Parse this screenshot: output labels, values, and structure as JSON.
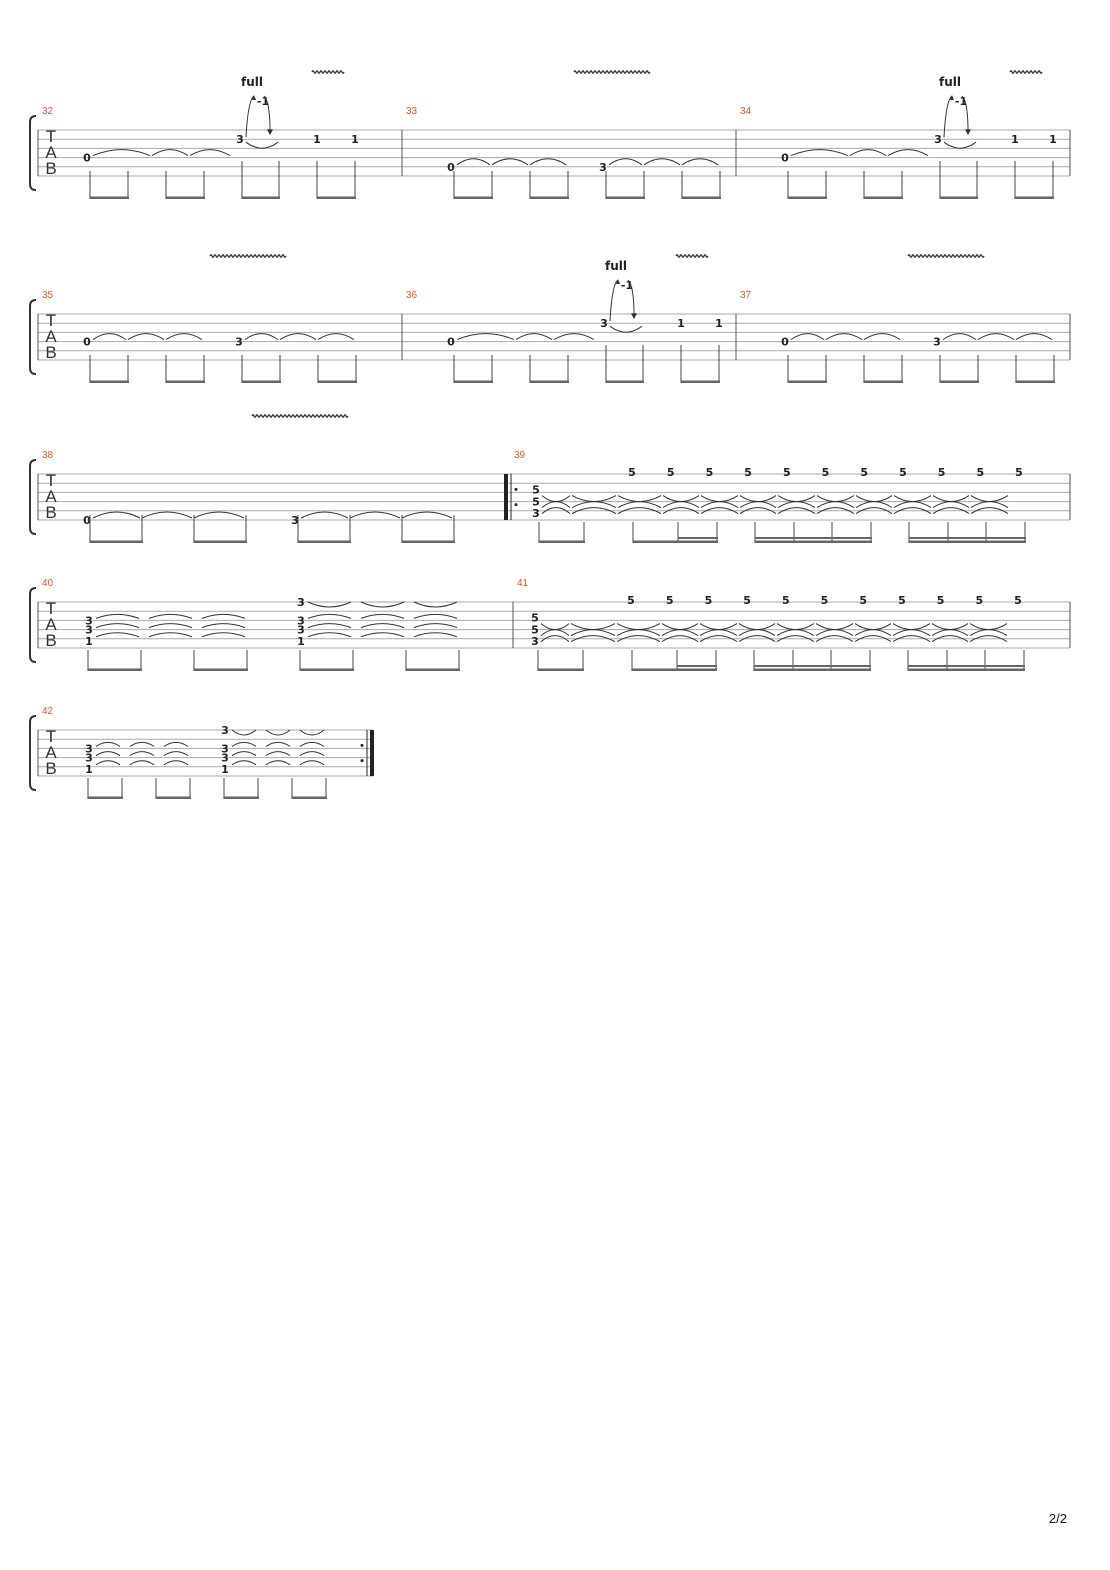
{
  "page": {
    "number_label": "2/2"
  },
  "clef": {
    "letters": [
      "T",
      "A",
      "B"
    ]
  },
  "labels": {
    "bend_full": "full",
    "bend_release": "-1"
  },
  "colors": {
    "measure_number": "#e8541a",
    "staff_line": "#aaaaaa",
    "ink": "#222222"
  },
  "systems": [
    {
      "measures": [
        {
          "number": "32",
          "notes": [
            {
              "fret": "0",
              "string": 3
            },
            {
              "fret": "3",
              "string": 1,
              "bend": true,
              "vibrato": true
            },
            {
              "fret": "1",
              "string": 1
            },
            {
              "fret": "1",
              "string": 1
            }
          ]
        },
        {
          "number": "33",
          "notes": [
            {
              "fret": "0",
              "string": 4,
              "vibrato": true
            },
            {
              "fret": "3",
              "string": 4
            }
          ]
        },
        {
          "number": "34",
          "notes": [
            {
              "fret": "0",
              "string": 3
            },
            {
              "fret": "3",
              "string": 1,
              "bend": true,
              "vibrato": true
            },
            {
              "fret": "1",
              "string": 1
            },
            {
              "fret": "1",
              "string": 1
            }
          ]
        }
      ]
    },
    {
      "measures": [
        {
          "number": "35",
          "notes": [
            {
              "fret": "0",
              "string": 3,
              "vibrato": true
            },
            {
              "fret": "3",
              "string": 3
            }
          ]
        },
        {
          "number": "36",
          "notes": [
            {
              "fret": "0",
              "string": 3
            },
            {
              "fret": "3",
              "string": 1,
              "bend": true,
              "vibrato": true
            },
            {
              "fret": "1",
              "string": 1
            },
            {
              "fret": "1",
              "string": 1
            }
          ]
        },
        {
          "number": "37",
          "notes": [
            {
              "fret": "0",
              "string": 3,
              "vibrato": true
            },
            {
              "fret": "3",
              "string": 3
            }
          ]
        }
      ]
    },
    {
      "measures": [
        {
          "number": "38",
          "notes": [
            {
              "fret": "0",
              "string": 5,
              "vibrato": true
            },
            {
              "fret": "3",
              "string": 5
            }
          ]
        },
        {
          "number": "39",
          "repeat_start": true,
          "chord": [
            "5",
            "5",
            "3"
          ],
          "top_note": "5",
          "top_count": 11
        }
      ]
    },
    {
      "measures": [
        {
          "number": "40",
          "chords": [
            [
              "3",
              "3",
              "1"
            ],
            [
              "3",
              "3",
              "3",
              "1"
            ]
          ]
        },
        {
          "number": "41",
          "chord": [
            "5",
            "5",
            "3"
          ],
          "top_note": "5",
          "top_count": 11
        }
      ]
    },
    {
      "measures": [
        {
          "number": "42",
          "repeat_end": true,
          "chords": [
            [
              "3",
              "3",
              "1"
            ],
            [
              "3",
              "3",
              "3",
              "1"
            ]
          ]
        }
      ]
    }
  ]
}
